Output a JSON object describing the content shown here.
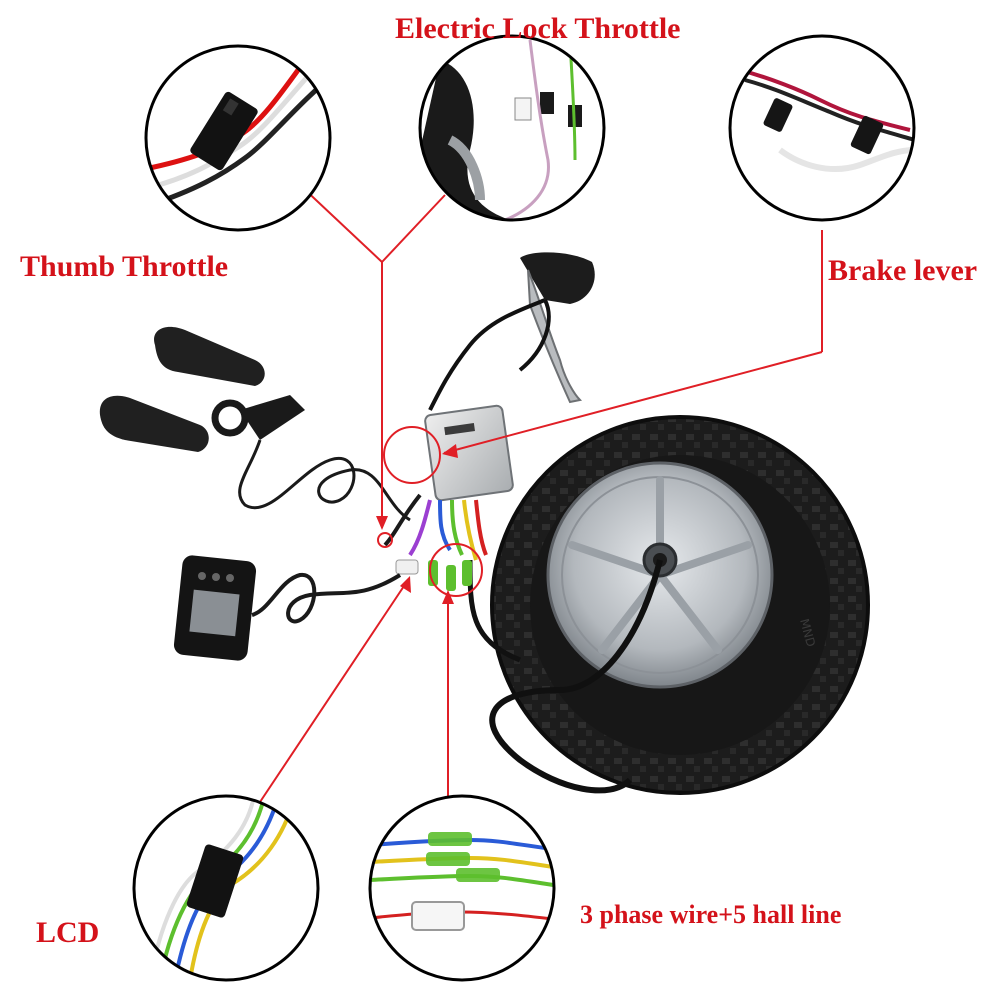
{
  "callouts": {
    "electric_lock_throttle": "Electric Lock Throttle",
    "thumb_throttle": "Thumb Throttle",
    "brake_lever": "Brake lever",
    "lcd": "LCD",
    "phase_hall": "3 phase wire+5 hall line"
  },
  "colors": {
    "callout_text": "#d4121a",
    "leader_line": "#e01f26",
    "tire": "#1a1a1a",
    "hub": "#b8bcc0",
    "connector_green": "#5dbf2e",
    "wire_blue": "#2a5bd7",
    "wire_yellow": "#e2c21c",
    "wire_red": "#d42020"
  },
  "components": [
    "electric-lock-throttle",
    "thumb-throttle",
    "brake-lever",
    "lcd-display",
    "controller",
    "hub-motor-wheel",
    "handle-grips"
  ]
}
